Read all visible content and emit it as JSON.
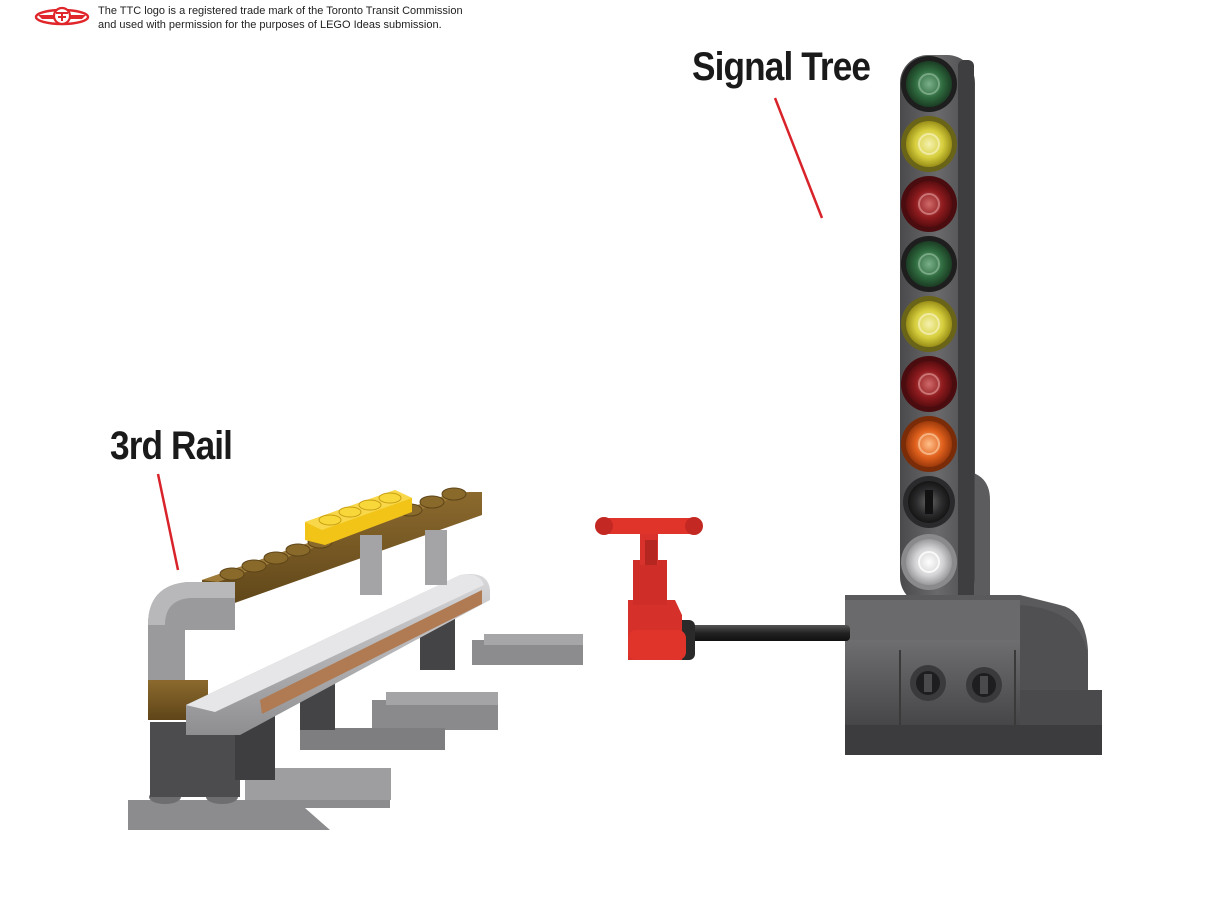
{
  "notice": {
    "line1": "The TTC logo is a registered trade mark of the Toronto Transit Commission",
    "line2": "and used with permission for the purposes of LEGO Ideas submission."
  },
  "labels": {
    "signal_tree": "Signal Tree",
    "third_rail": "3rd Rail"
  },
  "colors": {
    "ttc_red": "#e0262b",
    "pointer_red": "#d8232a",
    "dark_gray": "#5a5a5c",
    "light_gray": "#9c9c9e",
    "brown": "#7a5a24",
    "yellow": "#f2c418",
    "valve_red": "#e0332a"
  },
  "signal_lights": [
    "green",
    "yellow",
    "red",
    "green",
    "yellow",
    "red",
    "orange",
    "black",
    "clear"
  ]
}
